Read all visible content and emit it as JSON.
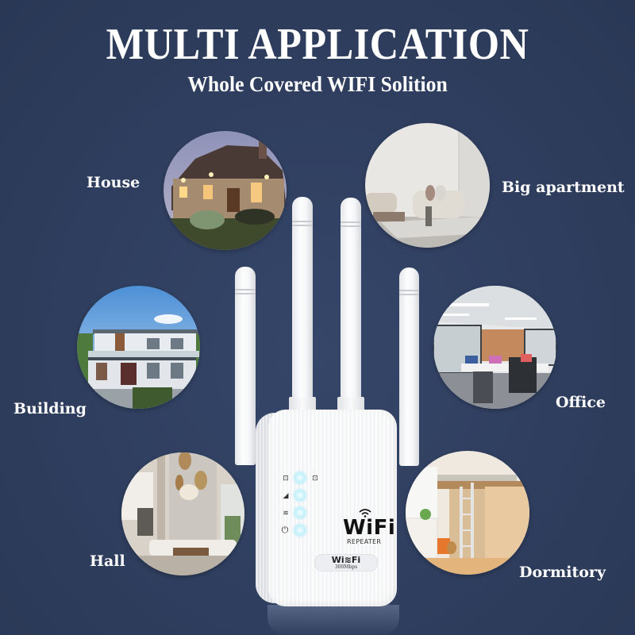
{
  "header": {
    "title": "MULTI APPLICATION",
    "subtitle": "Whole Covered WIFI Solition"
  },
  "colors": {
    "background": "#2f3e5e",
    "text": "#ffffff",
    "led": "#c9f2fb"
  },
  "applications": [
    {
      "label": "House",
      "scene": "house-at-dusk"
    },
    {
      "label": "Big apartment",
      "scene": "living-room-sofa"
    },
    {
      "label": "Building",
      "scene": "modern-villa"
    },
    {
      "label": "Office",
      "scene": "open-office-desks"
    },
    {
      "label": "Hall",
      "scene": "high-ceiling-lounge"
    },
    {
      "label": "Dormitory",
      "scene": "loft-bed-room"
    }
  ],
  "device": {
    "antenna_count": 4,
    "indicators": [
      {
        "icon": "lan-port-icon",
        "glyph": "⊡"
      },
      {
        "icon": "signal-icon",
        "glyph": "◢"
      },
      {
        "icon": "wifi-icon",
        "glyph": "≋"
      },
      {
        "icon": "power-icon",
        "glyph": "⏻"
      }
    ],
    "brand": "WiFi",
    "brand_sub": "REPEATER",
    "badge_text": "Wi≋Fi",
    "badge_speed": "300Mbps"
  }
}
